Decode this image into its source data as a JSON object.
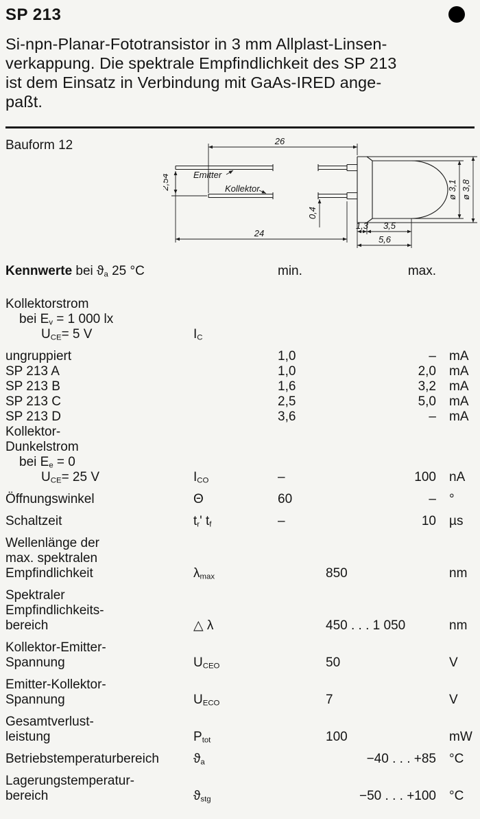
{
  "page": {
    "title": "SP 213"
  },
  "intro": {
    "lines": [
      "Si-npn-Planar-Fototransistor in 3 mm Allplast-Linsen-",
      "verkappung. Die spektrale Empfindlichkeit des SP 213",
      "ist dem Einsatz in Verbindung mit GaAs-IRED ange-",
      "paßt."
    ]
  },
  "figure": {
    "label": "Bauform 12",
    "dims": {
      "length_top": "26",
      "length_bottom": "24",
      "pitch": "2,54",
      "lead_thickness": "0,4",
      "dim_flange": "1,3",
      "dim_front": "3,5",
      "dim_total": "5,6",
      "dia_body": "ø 3,1",
      "dia_flange": "ø 3,8",
      "emitter": "Emitter",
      "collector": "Kollektor"
    }
  },
  "table": {
    "header": {
      "title": "Kennwerte",
      "condition": "bei ϑ_a 25 °C",
      "min": "min.",
      "max": "max."
    },
    "rows": [
      {
        "label": "Kollektorstrom"
      },
      {
        "label": "bei E_v = 1 000 lx",
        "indent": 1
      },
      {
        "label": "U_CE= 5 V",
        "indent": 2,
        "sym": "I_C"
      },
      {
        "label": "ungruppiert",
        "min": "1,0",
        "val": "–",
        "align": "right",
        "unit": "mA",
        "gap": true
      },
      {
        "label": "SP 213 A",
        "min": "1,0",
        "val": "2,0",
        "align": "right",
        "unit": "mA"
      },
      {
        "label": "SP 213 B",
        "min": "1,6",
        "val": "3,2",
        "align": "right",
        "unit": "mA"
      },
      {
        "label": "SP 213 C",
        "min": "2,5",
        "val": "5,0",
        "align": "right",
        "unit": "mA"
      },
      {
        "label": "SP 213 D",
        "min": "3,6",
        "val": "–",
        "align": "right",
        "unit": "mA"
      },
      {
        "label": "Kollektor-"
      },
      {
        "label": "Dunkelstrom"
      },
      {
        "label": "bei E_e = 0",
        "indent": 1
      },
      {
        "label": "U_CE= 25 V",
        "indent": 2,
        "sym": "I_CO",
        "min": "–",
        "val": "100",
        "align": "right",
        "unit": "nA"
      },
      {
        "label": "Öffnungswinkel",
        "sym": "Θ",
        "min": "60",
        "val": "–",
        "align": "right",
        "unit": "°",
        "gap": true
      },
      {
        "label": "Schaltzeit",
        "sym": "t_r' t_f",
        "min": "–",
        "val": "10",
        "align": "right",
        "unit": "µs",
        "gap": true
      },
      {
        "label": "Wellenlänge der",
        "gap": true
      },
      {
        "label": "max. spektralen"
      },
      {
        "label": "Empfindlichkeit",
        "sym": "λ_max",
        "val": "850",
        "align": "left",
        "unit": "nm"
      },
      {
        "label": "Spektraler",
        "gap": true
      },
      {
        "label": "Empfindlichkeits-"
      },
      {
        "label": "bereich",
        "sym": "△ λ",
        "val": "450 . . . 1 050",
        "align": "left",
        "unit": "nm"
      },
      {
        "label": "Kollektor-Emitter-",
        "gap": true
      },
      {
        "label": "Spannung",
        "sym": "U_CEO",
        "val": "50",
        "align": "left",
        "unit": "V"
      },
      {
        "label": "Emitter-Kollektor-",
        "gap": true
      },
      {
        "label": "Spannung",
        "sym": "U_ECO",
        "val": "7",
        "align": "left",
        "unit": "V"
      },
      {
        "label": "Gesamtverlust-",
        "gap": true
      },
      {
        "label": "leistung",
        "sym": "P_tot",
        "val": "100",
        "align": "left",
        "unit": "mW"
      },
      {
        "label": "Betriebstemperaturbereich",
        "sym": "ϑ_a",
        "val": "−40 . . . +85",
        "align": "right",
        "unit": "°C",
        "gap": true
      },
      {
        "label": "Lagerungstemperatur-",
        "gap": true
      },
      {
        "label": "bereich",
        "sym": "ϑ_stg",
        "val": "−50 . . . +100",
        "align": "right",
        "unit": "°C"
      }
    ]
  },
  "colors": {
    "paper": "#f5f5f2",
    "ink": "#141414"
  }
}
